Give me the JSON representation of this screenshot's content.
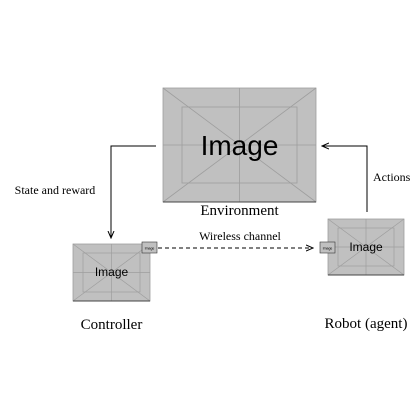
{
  "diagram": {
    "nodes": {
      "environment": {
        "label": "Environment",
        "placeholder_text": "Image",
        "icon": "placeholder-image-icon"
      },
      "controller": {
        "label": "Controller",
        "placeholder_text": "Image",
        "icon": "placeholder-image-icon"
      },
      "robot": {
        "label": "Robot (agent)",
        "placeholder_text": "Image",
        "icon": "placeholder-image-icon"
      },
      "controller_antenna": {
        "placeholder_text": "Image",
        "icon": "placeholder-image-icon"
      },
      "robot_antenna": {
        "placeholder_text": "Image",
        "icon": "placeholder-image-icon"
      }
    },
    "edges": {
      "state_reward": {
        "label": "State and reward",
        "from": "environment",
        "to": "controller"
      },
      "actions": {
        "label": "Actions",
        "from": "robot",
        "to": "environment"
      },
      "wireless": {
        "label": "Wireless channel",
        "from": "controller",
        "to": "robot",
        "style": "dashed"
      }
    }
  },
  "colors": {
    "placeholder_fill": "#c0c0c0",
    "placeholder_lines": "#9e9e9e",
    "line": "#000000"
  }
}
